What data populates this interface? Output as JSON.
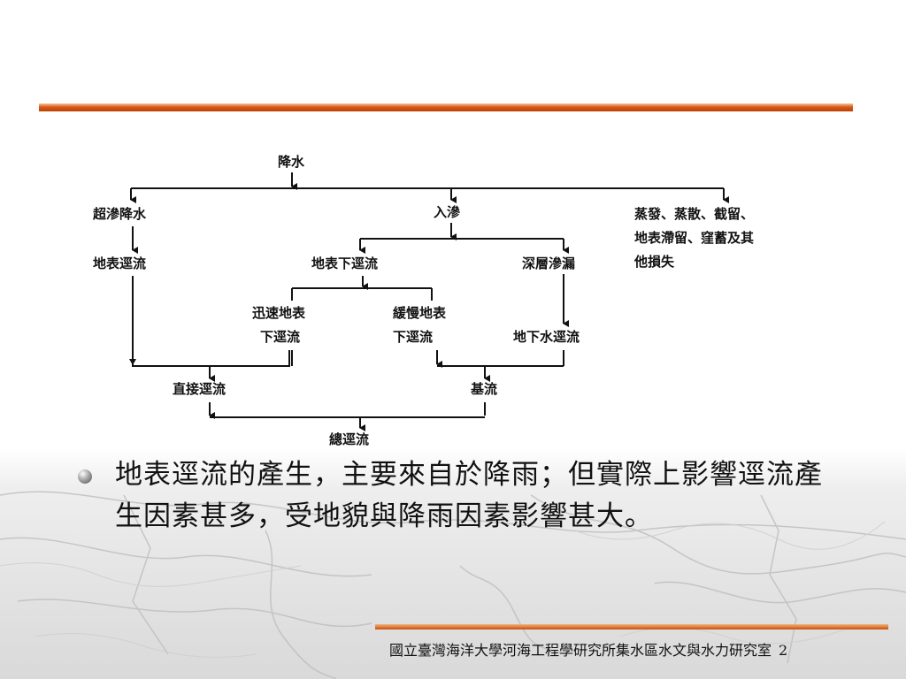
{
  "diagram": {
    "nodes": {
      "precipitation": "降水",
      "infiltration_excess": "超滲降水",
      "infiltration": "入滲",
      "losses_line1": "蒸發、蒸散、截留、",
      "losses_line2": "地表滯留、窪蓄及其",
      "losses_line3": "他損失",
      "surface_runoff": "地表逕流",
      "subsurface_flow": "地表下逕流",
      "deep_percolation": "深層滲漏",
      "quick_sub_line1": "迅速地表",
      "quick_sub_line2": "下逕流",
      "slow_sub_line1": "緩慢地表",
      "slow_sub_line2": "下逕流",
      "groundwater_runoff": "地下水逕流",
      "direct_runoff": "直接逕流",
      "baseflow": "基流",
      "total_runoff": "總逕流"
    }
  },
  "bullet": {
    "text": "地表逕流的產生，主要來自於降雨；但實際上影響逕流產生因素甚多，受地貌與降雨因素影響甚大。"
  },
  "footer": {
    "institution": "國立臺灣海洋大學河海工程學研究所集水區水文與水力研究室",
    "page_number": "2"
  },
  "colors": {
    "accent_orange": "#d95a14",
    "text": "#111111"
  }
}
